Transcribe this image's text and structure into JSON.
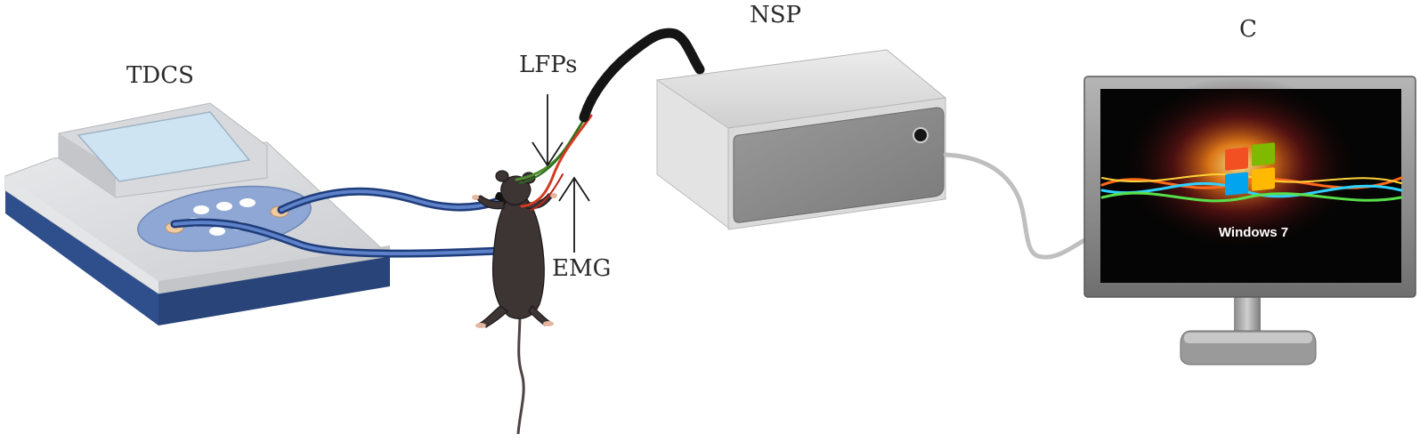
{
  "labels": {
    "tdcs": "TDCS",
    "nsp": "NSP",
    "computer": "C",
    "lfps": "LFPs",
    "emg": "EMG",
    "monitor_os": "Windows 7"
  },
  "colors": {
    "device_top": "#d6d8db",
    "device_base": "#2f4e8c",
    "screen_lcd": "#cfe4f3",
    "electrode_cable": "#2c4f96",
    "nsp_body": "#d9d9d9",
    "nsp_face": "#8f8f8f",
    "monitor_frame": "#8c8c8c",
    "monitor_screen": "#0a0a0a",
    "lfp_wire": "#4f8f2f",
    "emg_wire": "#d23a22",
    "mouse_fur": "#3d3434"
  }
}
